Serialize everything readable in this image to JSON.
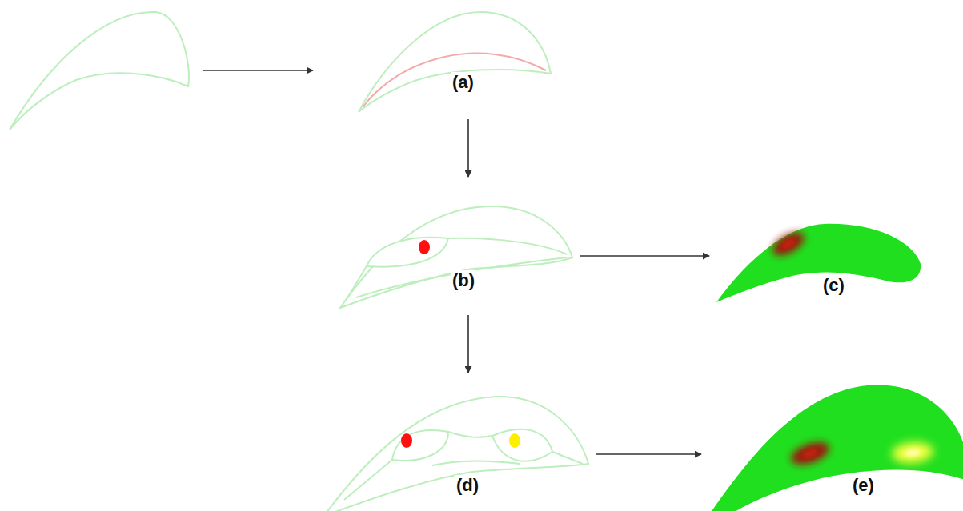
{
  "diagram": {
    "nodes": [
      {
        "text": []
      },
      {
        "text": [
          "(a)"
        ]
      },
      {
        "text": [
          "(b)"
        ]
      },
      {
        "text": [
          "(c)"
        ]
      },
      {
        "text": [
          "(d)"
        ]
      },
      {
        "text": [
          "(e)"
        ]
      }
    ],
    "edges": [
      {
        "from": 0,
        "to": 1,
        "arrow": "to"
      },
      {
        "from": 1,
        "to": 2,
        "arrow": "to"
      },
      {
        "from": 2,
        "to": 3,
        "arrow": "to"
      },
      {
        "from": 2,
        "to": 4,
        "arrow": "to"
      },
      {
        "from": 4,
        "to": 5,
        "arrow": "to"
      }
    ]
  }
}
